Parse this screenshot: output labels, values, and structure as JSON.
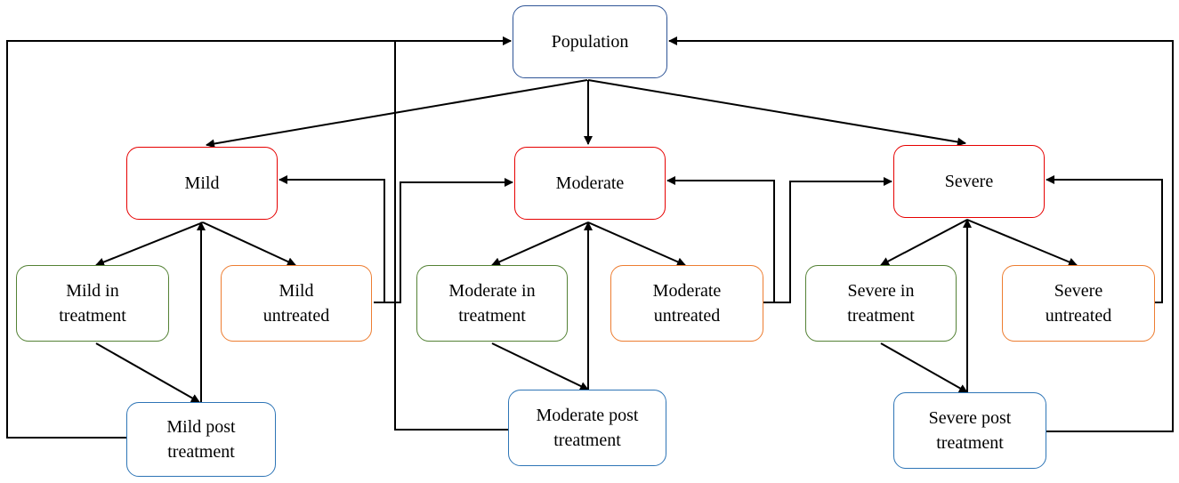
{
  "colors": {
    "population": "#2f5597",
    "severity": "#e60000",
    "treatment": "#548235",
    "untreated": "#ed7d31",
    "post_treatment": "#2e75b6",
    "arrow": "#000000"
  },
  "nodes": {
    "population": {
      "label": "Population"
    },
    "mild": {
      "label": "Mild"
    },
    "moderate": {
      "label": "Moderate"
    },
    "severe": {
      "label": "Severe"
    },
    "mild_in_treatment": {
      "label": "Mild in treatment"
    },
    "mild_untreated": {
      "label": "Mild untreated"
    },
    "moderate_in_treatment": {
      "label": "Moderate in treatment"
    },
    "moderate_untreated": {
      "label": "Moderate untreated"
    },
    "severe_in_treatment": {
      "label": "Severe in treatment"
    },
    "severe_untreated": {
      "label": "Severe untreated"
    },
    "mild_post_treatment": {
      "label": "Mild post treatment"
    },
    "moderate_post_treatment": {
      "label": "Moderate post treatment"
    },
    "severe_post_treatment": {
      "label": "Severe post treatment"
    }
  },
  "edges": [
    {
      "from": "population",
      "to": "mild"
    },
    {
      "from": "population",
      "to": "moderate"
    },
    {
      "from": "population",
      "to": "severe"
    },
    {
      "from": "mild",
      "to": "mild_in_treatment"
    },
    {
      "from": "mild",
      "to": "mild_untreated"
    },
    {
      "from": "mild_in_treatment",
      "to": "mild_post_treatment"
    },
    {
      "from": "mild_post_treatment",
      "to": "mild"
    },
    {
      "from": "mild_post_treatment",
      "to": "population"
    },
    {
      "from": "mild_untreated",
      "to": "mild"
    },
    {
      "from": "mild_untreated",
      "to": "moderate"
    },
    {
      "from": "moderate",
      "to": "moderate_in_treatment"
    },
    {
      "from": "moderate",
      "to": "moderate_untreated"
    },
    {
      "from": "moderate_in_treatment",
      "to": "moderate_post_treatment"
    },
    {
      "from": "moderate_post_treatment",
      "to": "moderate"
    },
    {
      "from": "moderate_post_treatment",
      "to": "population"
    },
    {
      "from": "moderate_untreated",
      "to": "moderate"
    },
    {
      "from": "moderate_untreated",
      "to": "severe"
    },
    {
      "from": "severe",
      "to": "severe_in_treatment"
    },
    {
      "from": "severe",
      "to": "severe_untreated"
    },
    {
      "from": "severe_in_treatment",
      "to": "severe_post_treatment"
    },
    {
      "from": "severe_post_treatment",
      "to": "severe"
    },
    {
      "from": "severe_post_treatment",
      "to": "population"
    },
    {
      "from": "severe_untreated",
      "to": "severe"
    }
  ]
}
